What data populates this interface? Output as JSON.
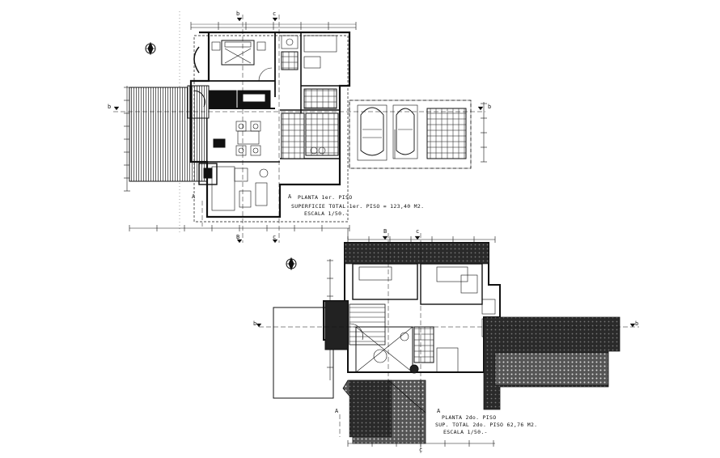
{
  "floor1": {
    "title": "PLANTA 1er. PISO",
    "area": "SUPERFICIE TOTAL 1er. PISO  =  123,40 M2.",
    "scale": "ESCALA 1/50.-"
  },
  "floor2": {
    "title": "PLANTA 2do. PISO",
    "area": "SUP. TOTAL 2do. PISO  62,76 M2.",
    "scale": "ESCALA 1/50.-"
  },
  "section_marks": {
    "b": "b",
    "c": "c",
    "A": "A",
    "B": "B"
  },
  "colors": {
    "line": "#111111",
    "hatch": "#222222",
    "paper": "#ffffff"
  }
}
